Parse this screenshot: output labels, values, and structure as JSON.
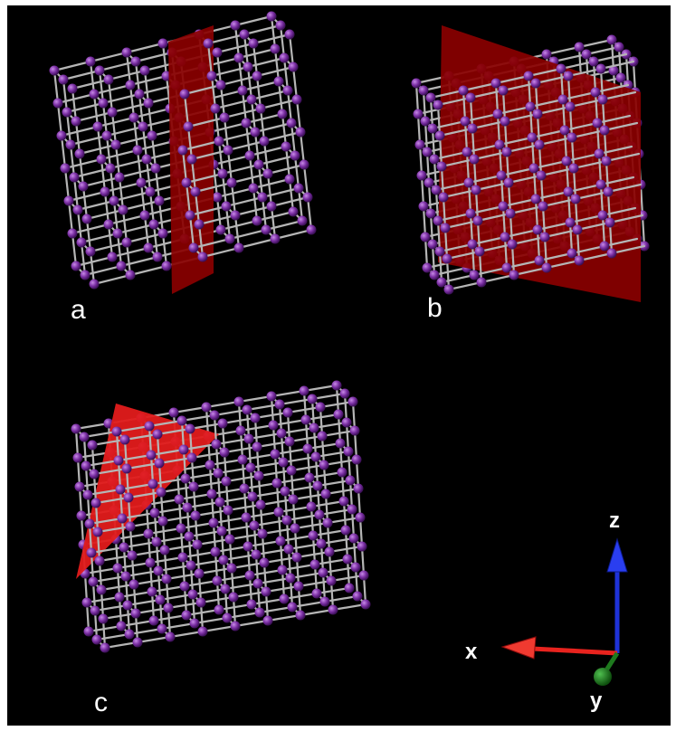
{
  "panels": {
    "a": {
      "label": "a"
    },
    "b": {
      "label": "b"
    },
    "c": {
      "label": "c"
    }
  },
  "axes": {
    "x": "x",
    "y": "y",
    "z": "z",
    "x_color": "#e8231e",
    "y_color": "#1e7a1e",
    "z_color": "#1e32d8"
  },
  "colors": {
    "background": "#000000",
    "frame": "#ffffff",
    "atom": "#7a2ea3",
    "bond": "#b5b5b5",
    "plane_dark": "#8a0000",
    "plane_bright": "#e21b1b"
  }
}
